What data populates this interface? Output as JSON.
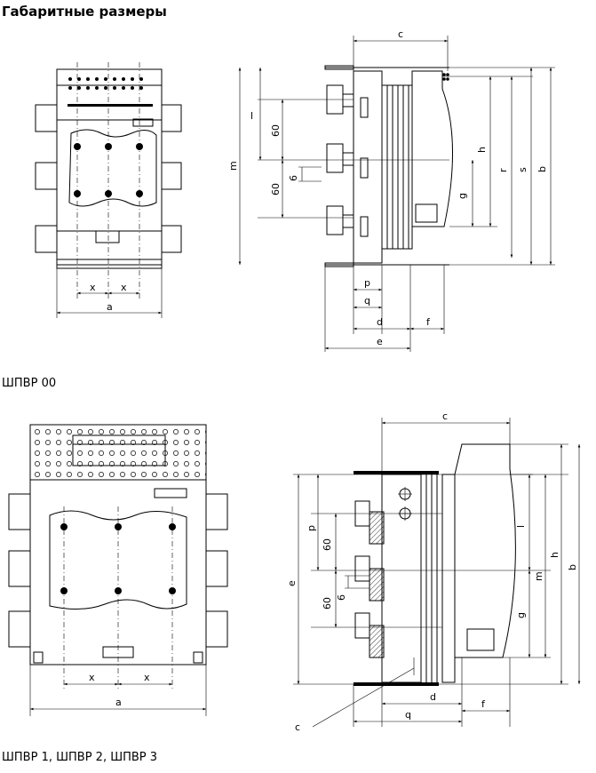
{
  "title": "Габаритные размеры",
  "diagrams": [
    {
      "caption": "ШПВР 00",
      "front_labels": {
        "x1": "x",
        "x2": "x",
        "a": "a"
      },
      "side_labels": {
        "c": "c",
        "l": "l",
        "h": "h",
        "r": "r",
        "s": "s",
        "b": "b",
        "m": "m",
        "g": "g",
        "dim60a": "60",
        "dim60b": "60",
        "dim6": "6",
        "p": "p",
        "q": "q",
        "d": "d",
        "e": "e",
        "f": "f"
      }
    },
    {
      "caption": "ШПВР 1, ШПВР 2, ШПВР 3",
      "front_labels": {
        "x1": "x",
        "x2": "x",
        "a": "a"
      },
      "side_labels": {
        "c": "c",
        "p": "p",
        "dim60a": "60",
        "dim6": "6",
        "dim60b": "60",
        "e": "e",
        "l": "l",
        "m": "m",
        "h": "h",
        "b": "b",
        "g": "g",
        "d": "d",
        "q": "q",
        "f": "f",
        "c2": "c"
      }
    }
  ]
}
